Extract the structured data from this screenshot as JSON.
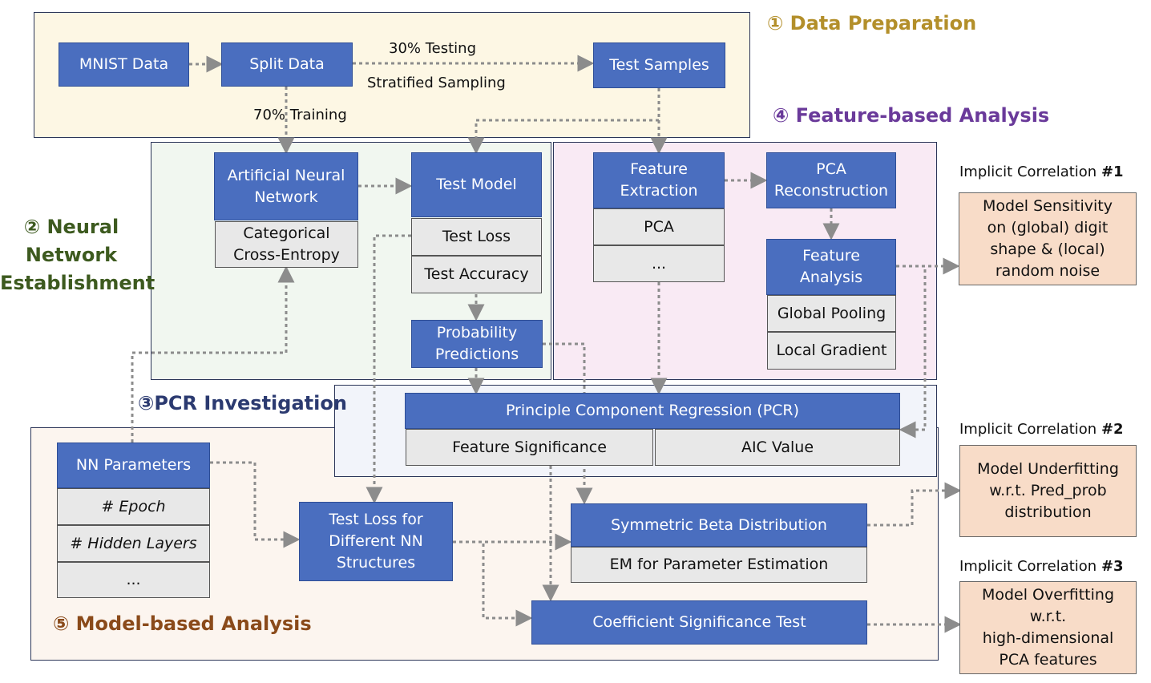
{
  "colors": {
    "box_blue": "#4a6ebf",
    "box_gray": "#e8e8e8",
    "box_peach": "#f8dcc8",
    "arrow": "#8c8c8c",
    "section1": "#b38f2a",
    "section2": "#3d5a1f",
    "section3": "#2b3a70",
    "section4": "#6a3a9a",
    "section5": "#8a4a1a",
    "bg1": "#fdf7e4",
    "bg2": "#f1f7f0",
    "bg3": "#f2f4fa",
    "bg4": "#f9eaf4",
    "bg5": "#fcf5ef"
  },
  "sections": {
    "s1": "① Data Preparation",
    "s2": [
      "② Neural",
      "Network",
      "Establishment"
    ],
    "s3": "③PCR Investigation",
    "s4": "④ Feature-based Analysis",
    "s5": "⑤ Model-based Analysis"
  },
  "nodes": {
    "mnist": "MNIST Data",
    "split": "Split Data",
    "test_samples": "Test Samples",
    "ann": [
      "Artificial Neural",
      "Network"
    ],
    "cce": [
      "Categorical",
      "Cross-Entropy"
    ],
    "test_model": "Test Model",
    "test_loss": "Test Loss",
    "test_acc": "Test Accuracy",
    "prob_pred": [
      "Probability",
      "Predictions"
    ],
    "feat_ext": [
      "Feature",
      "Extraction"
    ],
    "pca": "PCA",
    "feat_more": "...",
    "pca_recon": [
      "PCA",
      "Reconstruction"
    ],
    "feat_analysis": [
      "Feature",
      "Analysis"
    ],
    "global_pool": "Global Pooling",
    "local_grad": "Local Gradient",
    "pcr": "Principle Component Regression (PCR)",
    "feat_sig": "Feature Significance",
    "aic": "AIC Value",
    "nn_params": "NN Parameters",
    "epoch": "# Epoch",
    "hidden": "# Hidden Layers",
    "nn_more": "...",
    "test_loss_diff": [
      "Test Loss for",
      "Different NN",
      "Structures"
    ],
    "beta": "Symmetric Beta Distribution",
    "em": "EM for Parameter Estimation",
    "coef_test": "Coefficient Significance Test"
  },
  "edge_labels": {
    "testing": "30% Testing",
    "stratified": "Stratified Sampling",
    "training": "70% Training"
  },
  "correlations": [
    {
      "title": "Implicit Correlation ",
      "num": "#1",
      "lines": [
        "Model   Sensitivity",
        "on (global) digit",
        "shape & (local)",
        "random noise"
      ]
    },
    {
      "title": "Implicit Correlation ",
      "num": "#2",
      "lines": [
        "Model Underfitting",
        "w.r.t.  Pred_prob",
        "distribution"
      ]
    },
    {
      "title": "Implicit Correlation ",
      "num": "#3",
      "lines": [
        "Model Overfitting",
        "w.r.t.",
        "high-dimensional",
        "PCA features"
      ]
    }
  ]
}
